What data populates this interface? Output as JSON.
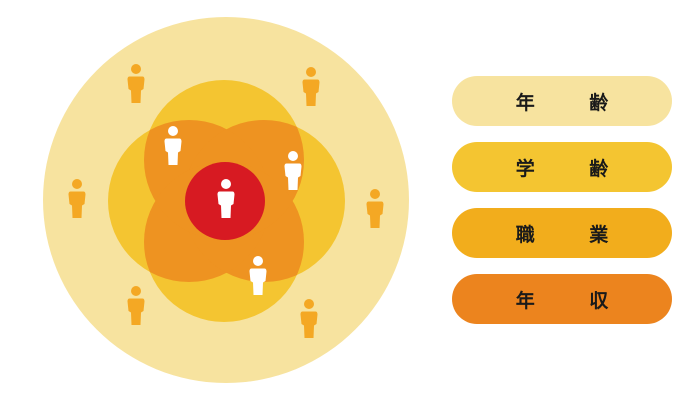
{
  "labels": [
    {
      "text": "年 齢",
      "color": "#F7E39F"
    },
    {
      "text": "学 齢",
      "color": "#F4C531"
    },
    {
      "text": "職 業",
      "color": "#F2AD1C"
    },
    {
      "text": "年 収",
      "color": "#EC841E"
    }
  ],
  "colors": {
    "outer_circle": "#F7E39F",
    "inner_circles": "#F4C531",
    "overlap": "#EE9321",
    "center": "#D71A22",
    "outer_person": "#F4A824",
    "inner_person": "#FFFFFF"
  },
  "people": {
    "center_count": 1,
    "inner_count": 3,
    "outer_count": 6
  }
}
